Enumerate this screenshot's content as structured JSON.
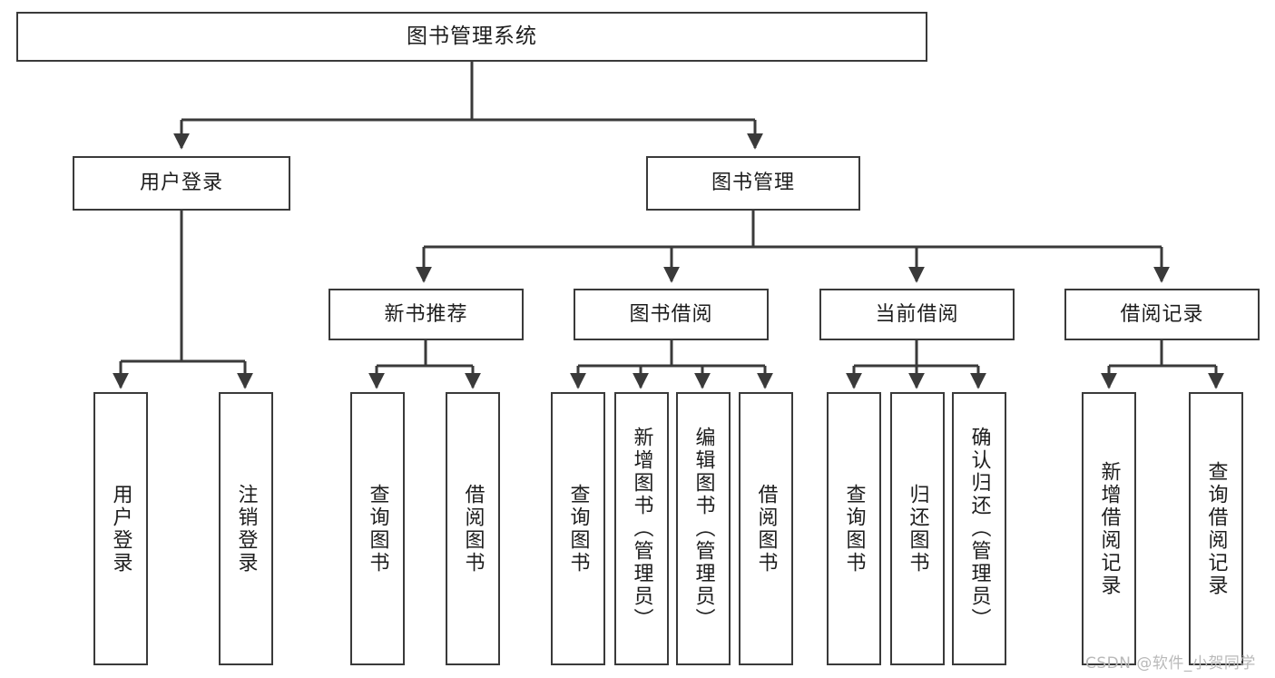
{
  "diagram": {
    "title": "图书管理系统",
    "type": "tree-functional-structure",
    "stroke_color": "#3a3a3a",
    "background_color": "#ffffff",
    "text_color": "#1d1d1d"
  },
  "root": {
    "label": "图书管理系统"
  },
  "level2": [
    {
      "label": "用户登录"
    },
    {
      "label": "图书管理"
    }
  ],
  "level3": [
    {
      "label": "新书推荐"
    },
    {
      "label": "图书借阅"
    },
    {
      "label": "当前借阅"
    },
    {
      "label": "借阅记录"
    }
  ],
  "leaves": {
    "user_login": [
      {
        "label": "用户登录"
      },
      {
        "label": "注销登录"
      }
    ],
    "new_book_recommend": [
      {
        "label": "查询图书"
      },
      {
        "label": "借阅图书"
      }
    ],
    "book_borrow": [
      {
        "label": "查询图书"
      },
      {
        "label": "新增图书（管理员）"
      },
      {
        "label": "编辑图书（管理员）"
      },
      {
        "label": "借阅图书"
      }
    ],
    "current_borrow": [
      {
        "label": "查询图书"
      },
      {
        "label": "归还图书"
      },
      {
        "label": "确认归还（管理员）"
      }
    ],
    "borrow_record": [
      {
        "label": "新增借阅记录"
      },
      {
        "label": "查询借阅记录"
      }
    ]
  },
  "watermark": {
    "text": "CSDN @软件_小贺同学"
  }
}
